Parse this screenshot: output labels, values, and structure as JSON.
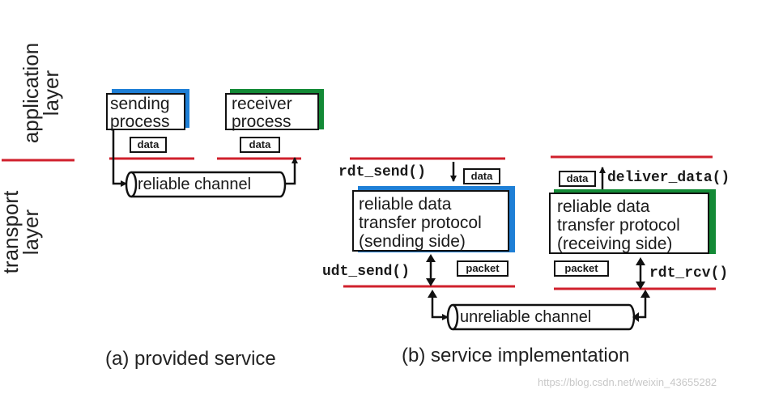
{
  "layers": {
    "application": "application layer",
    "application_line1": "application",
    "application_line2": "layer",
    "transport_line1": "transport",
    "transport_line2": "layer"
  },
  "panel_a": {
    "sender": {
      "line1": "sending",
      "line2": "process"
    },
    "receiver": {
      "line1": "receiver",
      "line2": "process"
    },
    "sender_data_tag": "data",
    "receiver_data_tag": "data",
    "channel": "reliable channel",
    "caption": "(a)  provided service"
  },
  "panel_b": {
    "rdt_send": "rdt_send()",
    "sender_data_tag": "data",
    "sender_proto": {
      "line1": "reliable data",
      "line2": "transfer protocol",
      "line3": "(sending side)"
    },
    "udt_send": "udt_send()",
    "sender_packet_tag": "packet",
    "deliver_data": "deliver_data()",
    "receiver_data_tag": "data",
    "receiver_proto": {
      "line1": "reliable data",
      "line2": "transfer protocol",
      "line3": "(receiving side)"
    },
    "rdt_rcv": "rdt_rcv()",
    "receiver_packet_tag": "packet",
    "channel": "unreliable channel",
    "caption": "(b) service implementation"
  },
  "watermark": "https://blog.csdn.net/weixin_43655282",
  "colors": {
    "layer_line": "#d0202c",
    "sender_accent": "#1e7fd6",
    "receiver_accent": "#138a36",
    "ink": "#111111"
  }
}
